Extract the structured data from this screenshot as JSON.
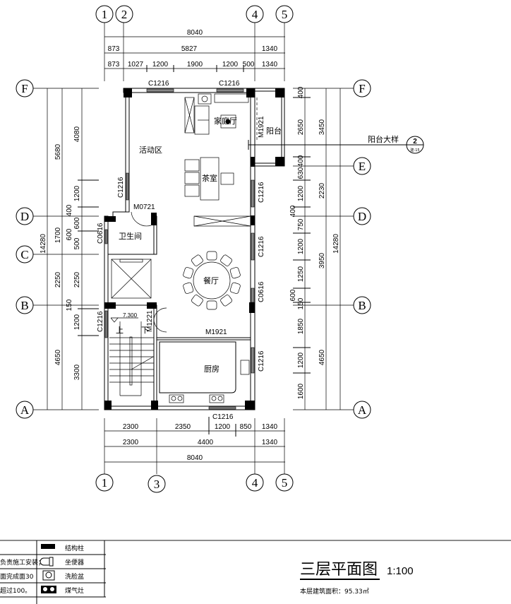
{
  "axes": {
    "top": [
      "1",
      "2",
      "4",
      "5"
    ],
    "bottom": [
      "1",
      "3",
      "4",
      "5"
    ],
    "left": [
      "F",
      "D",
      "C",
      "B",
      "A"
    ],
    "right": [
      "F",
      "E",
      "D",
      "B",
      "A"
    ]
  },
  "dims_top": {
    "total": "8040",
    "row2": [
      "873",
      "5827",
      "1340"
    ],
    "row3": [
      "873",
      "1027",
      "1200",
      "1900",
      "1200",
      "500",
      "1340"
    ]
  },
  "dims_bottom": {
    "row1": [
      "2300",
      "2350",
      "1200",
      "850",
      "1340"
    ],
    "row2": [
      "2300",
      "4400",
      "1340"
    ],
    "total": "8040"
  },
  "dims_left": {
    "total": "14280",
    "col2": [
      "5680",
      "1700",
      "2250",
      "4650"
    ],
    "col3": [
      "4080",
      "1200",
      "400",
      "600",
      "600",
      "500",
      "2250",
      "150",
      "1200",
      "3300"
    ]
  },
  "dims_right": {
    "col1": [
      "400",
      "2650",
      "400",
      "630",
      "1200",
      "400",
      "750",
      "1200",
      "1250",
      "600",
      "150",
      "1850",
      "1200",
      "1600"
    ],
    "col2": [
      "3450",
      "2230",
      "3950",
      "4650"
    ],
    "total": "14280"
  },
  "rooms": {
    "activity": "活动区",
    "family": "家庭厅",
    "tea": "茶室",
    "bath": "卫生间",
    "dining": "餐厅",
    "kitchen": "厨房",
    "balcony": "阳台",
    "up": "上",
    "down": "下",
    "elevation": "7.300"
  },
  "openings": {
    "c1216": "C1216",
    "m0721": "M0721",
    "c0616": "C0616",
    "m1921": "M1921",
    "m1221": "M1221"
  },
  "callout": {
    "label": "阳台大样",
    "num": "2",
    "sheet": "建-15"
  },
  "legend": {
    "notes": [
      "负责施工安装；",
      "面完成面30",
      "超过100。"
    ],
    "items": [
      "结构柱",
      "坐便器",
      "洗脸盆",
      "煤气灶"
    ]
  },
  "title": {
    "name": "三层平面图",
    "scale": "1:100",
    "area": "本层建筑面积：95.33㎡"
  }
}
